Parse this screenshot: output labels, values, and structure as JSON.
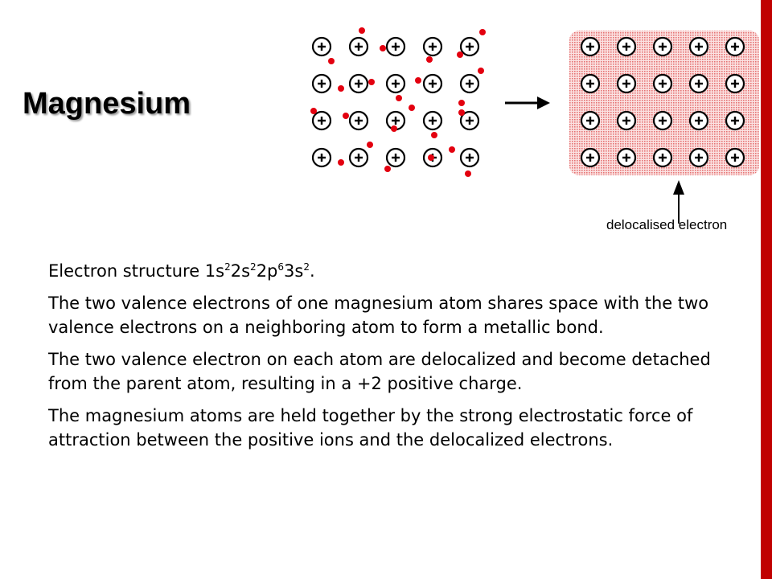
{
  "slide": {
    "title": "Magnesium",
    "accent_color": "#c00000"
  },
  "figure": {
    "arrow_icon": "right-arrow-icon",
    "electron_color": "#e3000f",
    "sea_color": "#f2a3a3",
    "label": "delocalised electron"
  },
  "body": {
    "structure": {
      "prefix": "Electron structure 1s",
      "s1": "2",
      "t1": "2s",
      "s2": "2",
      "t2": "2p",
      "s3": "6",
      "t3": "3s",
      "s4": "2",
      "suffix": "."
    },
    "paragraphs": [
      "The two valence electrons of one magnesium atom shares space with the two valence electrons on a neighboring atom to form a metallic bond.",
      "The two valence electron on each atom are delocalized and become detached from the parent atom, resulting in a +2 positive charge.",
      "The magnesium atoms are held together by the strong electrostatic force of attraction between the positive ions and the delocalized electrons."
    ]
  }
}
